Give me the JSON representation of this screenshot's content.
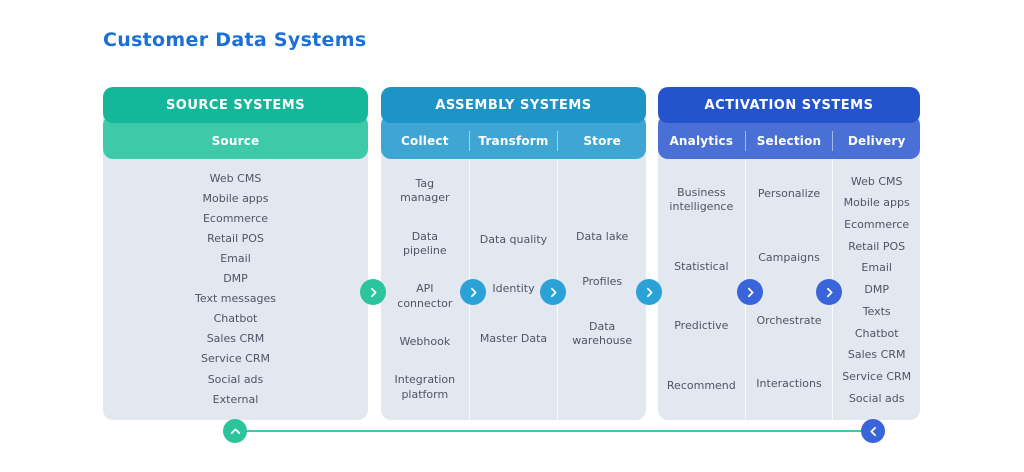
{
  "page": {
    "title": "Customer Data Systems"
  },
  "colors": {
    "title_text": "#1b6fd6",
    "source_header": "#15b79a",
    "source_subheader": "#3ec9a8",
    "assembly_header": "#1d93c6",
    "assembly_subheader": "#3fa5d2",
    "activation_header": "#2454cb",
    "activation_subheader": "#4a70d6",
    "panel_body": "#e3e7f0",
    "item_text": "#4d5565",
    "arrow_teal": "#2bc49d",
    "arrow_blue": "#2ba2d6",
    "arrow_royal": "#3a65da",
    "loop_line": "#3cc9a5"
  },
  "panels": [
    {
      "title": "SOURCE SYSTEMS",
      "columns": [
        {
          "label": "Source",
          "items": [
            "Web CMS",
            "Mobile apps",
            "Ecommerce",
            "Retail POS",
            "Email",
            "DMP",
            "Text messages",
            "Chatbot",
            "Sales CRM",
            "Service CRM",
            "Social ads",
            "External"
          ]
        }
      ]
    },
    {
      "title": "ASSEMBLY SYSTEMS",
      "columns": [
        {
          "label": "Collect",
          "items": [
            "Tag\nmanager",
            "Data\npipeline",
            "API\nconnector",
            "Webhook",
            "Integration\nplatform"
          ]
        },
        {
          "label": "Transform",
          "items": [
            "Data quality",
            "Identity",
            "Master Data"
          ]
        },
        {
          "label": "Store",
          "items": [
            "Data lake",
            "Profiles",
            "Data\nwarehouse"
          ]
        }
      ]
    },
    {
      "title": "ACTIVATION SYSTEMS",
      "columns": [
        {
          "label": "Analytics",
          "items": [
            "Business\nintelligence",
            "Statistical",
            "Predictive",
            "Recommend"
          ]
        },
        {
          "label": "Selection",
          "items": [
            "Personalize",
            "Campaigns",
            "Orchestrate",
            "Interactions"
          ]
        },
        {
          "label": "Delivery",
          "items": [
            "Web CMS",
            "Mobile apps",
            "Ecommerce",
            "Retail POS",
            "Email",
            "DMP",
            "Texts",
            "Chatbot",
            "Sales CRM",
            "Service CRM",
            "Social ads"
          ]
        }
      ]
    }
  ],
  "arrows": [
    {
      "name": "source-to-collect",
      "direction": "right",
      "color": "#2bc49d"
    },
    {
      "name": "collect-to-transform",
      "direction": "right",
      "color": "#2ba2d6"
    },
    {
      "name": "transform-to-store",
      "direction": "right",
      "color": "#2ba2d6"
    },
    {
      "name": "store-to-analytics",
      "direction": "right",
      "color": "#2ba2d6"
    },
    {
      "name": "analytics-to-selection",
      "direction": "right",
      "color": "#3a65da"
    },
    {
      "name": "selection-to-delivery",
      "direction": "right",
      "color": "#3a65da"
    }
  ],
  "feedback_loop": {
    "start_icon": "chevron-up",
    "end_icon": "chevron-left",
    "line_color": "#3cc9a5"
  }
}
